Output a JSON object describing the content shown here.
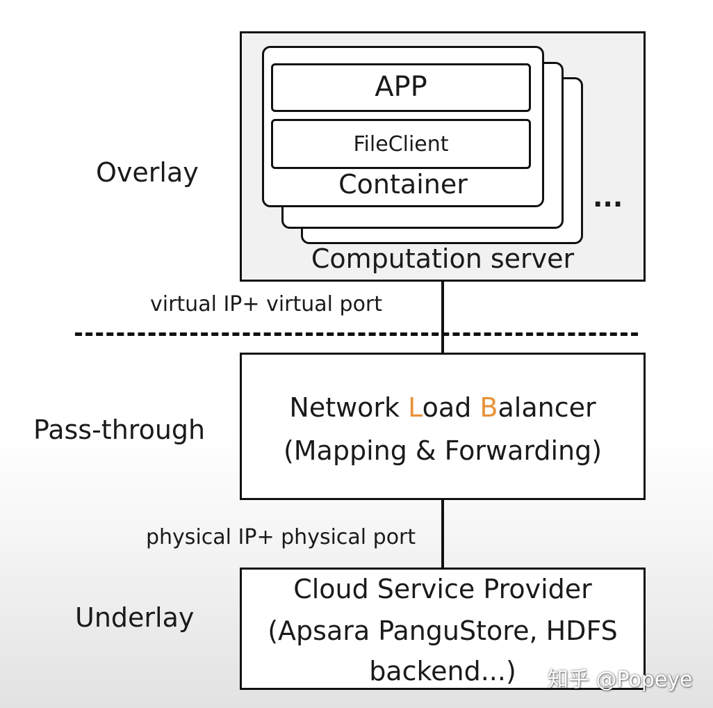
{
  "layers": {
    "overlay": "Overlay",
    "pass_through": "Pass-through",
    "underlay": "Underlay"
  },
  "computation_server": {
    "label": "Computation server",
    "container_label": "Container",
    "app_label": "APP",
    "file_client_label": "FileClient",
    "more": "..."
  },
  "links": {
    "virtual": "virtual IP+ virtual port",
    "physical": "physical IP+ physical port"
  },
  "load_balancer": {
    "line1_prefix": "Network ",
    "line1_L": "L",
    "line1_mid": "oad ",
    "line1_B": "B",
    "line1_suffix": "alancer",
    "line2": "(Mapping & Forwarding)",
    "highlight_color": "#e8923a"
  },
  "cloud_provider": {
    "line1": "Cloud Service Provider",
    "line2": "(Apsara PanguStore, HDFS",
    "line3": "backend...)"
  },
  "watermark": "知乎 @Popeye"
}
